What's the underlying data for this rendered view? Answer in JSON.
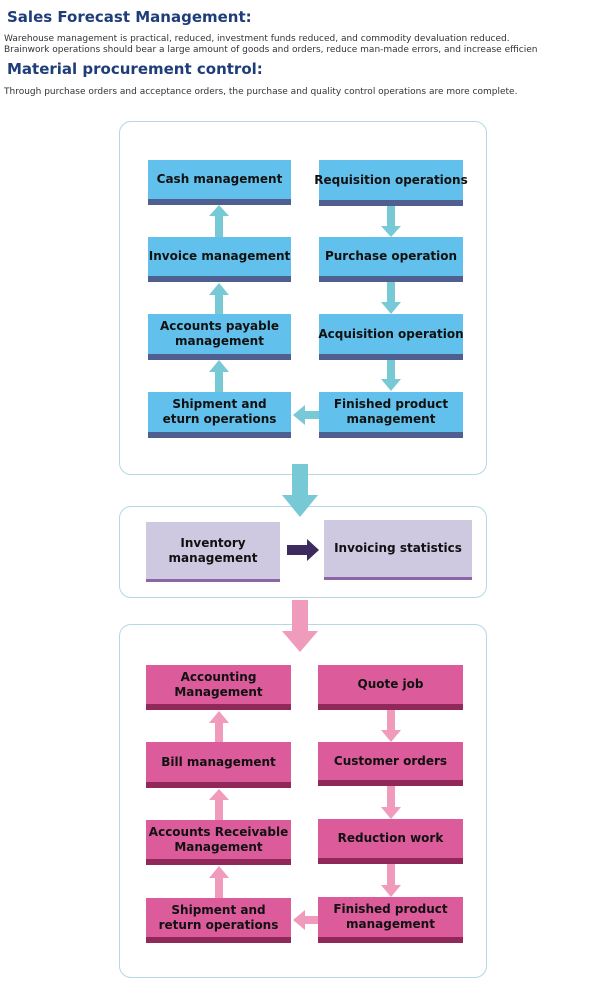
{
  "header": {
    "title1": "Sales Forecast Management:",
    "line1": "Warehouse management is practical, reduced, investment funds reduced, and commodity devaluation reduced.",
    "line2": "Brainwork operations should bear a large amount of goods and orders, reduce man-made errors, and increase efficien",
    "title2": "Material procurement control:",
    "line3": "Through purchase orders and acceptance orders, the purchase and quality control operations are more complete."
  },
  "procurement": {
    "cash": "Cash management",
    "invoice": "Invoice management",
    "payable": "Accounts payable\nmanagement",
    "shipment": "Shipment and\neturn operations",
    "requisition": "Requisition operations",
    "purchase": "Purchase operation",
    "acquisition": "Acquisition operation",
    "finished": "Finished product\nmanagement"
  },
  "inventory": {
    "inventory": "Inventory\nmanagement",
    "invoicing": "Invoicing statistics"
  },
  "sales": {
    "accounting": "Accounting\nManagement",
    "bill": "Bill management",
    "receivable": "Accounts Receivable\nManagement",
    "shipment": "Shipment and\nreturn operations",
    "quote": "Quote job",
    "orders": "Customer orders",
    "reduction": "Reduction work",
    "finished": "Finished product\nmanagement"
  },
  "colors": {
    "blue": "#62c1ec",
    "blue_arrow": "#78c9d6",
    "lavender": "#cfc8e1",
    "dark_arrow": "#3d2a5e",
    "pink": "#dc5b9a",
    "pink_arrow": "#f09abc",
    "panel_border": "#b7d6e6",
    "title": "#1f3d78"
  }
}
